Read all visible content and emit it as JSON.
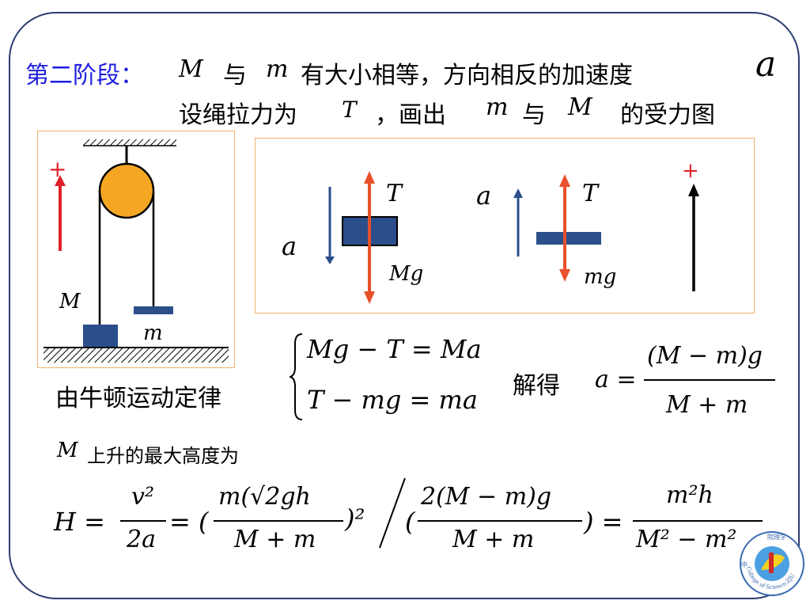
{
  "title_line1": {
    "stage": "第二阶段：",
    "var_M": "M",
    "yu": "与",
    "var_m": "m",
    "text": "有大小相等，方向相反的加速度",
    "var_a": "a"
  },
  "title_line2": {
    "text1": "设绳拉力为",
    "var_T": "T",
    "text2": "，画出",
    "var_m": "m",
    "yu": "与",
    "var_M": "M",
    "text3": "的受力图"
  },
  "pulley_diagram": {
    "plus": "+",
    "label_M": "M",
    "label_m": "m"
  },
  "force_diagram": {
    "label_T1": "T",
    "label_a1": "a",
    "label_Mg": "Mg",
    "label_a2": "a",
    "label_T2": "T",
    "label_mg": "mg",
    "plus": "+"
  },
  "newton": {
    "label": "由牛顿运动定律",
    "eq1": "Mg − T = Ma",
    "eq2": "T − mg = ma"
  },
  "solution": {
    "label": "解得",
    "lhs": "a =",
    "numerator": "(M − m)g",
    "denominator": "M + m"
  },
  "height_line": {
    "var_M": "M",
    "text": "上升的最大高度为"
  },
  "formula_H": {
    "lhs": "H =",
    "f1_num": "v²",
    "f1_den": "2a",
    "eq2": "= (",
    "f2_num": "m(√2gh",
    "f2_den": "M + m",
    "close_sq": ")²",
    "open": "(",
    "f3_num": "2(M − m)g",
    "f3_den": "M + m",
    "close": ") =",
    "f4_num": "m²h",
    "f4_den": "M² − m²"
  },
  "logo": {
    "ring_text": "College of Science,ZJU",
    "top_text": "院理学",
    "side_text": "中"
  },
  "colors": {
    "title_blue": "#1f1fe0",
    "frame": "#2c3e70",
    "box_border": "#f0b070",
    "red_arrow": "#e0202a",
    "orange_arrow": "#e8502a",
    "dark_blue": "#2b4f8a",
    "pulley": "#f5a623"
  }
}
